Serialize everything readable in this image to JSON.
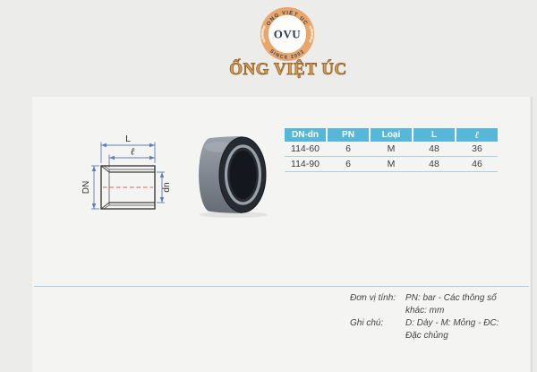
{
  "page": {
    "background_color": "#ECECEA",
    "panel_color": "#F4F4F3"
  },
  "logo": {
    "arc_top_text": "ONG VIET UC",
    "monogram": "OVU",
    "arc_bottom_text": "SINCE 2002",
    "brand_title": "ỐNG VIỆT ÚC",
    "ring_color": "#EAA66A",
    "monogram_color": "#36425F",
    "brand_color": "#D79B4E"
  },
  "drawing": {
    "label_total_length": "L",
    "label_socket_length": "ℓ",
    "label_outer_diameter": "DN",
    "label_inner_diameter": "dn",
    "dimension_color": "#5C7EB8",
    "centerline_color": "#E05A5A"
  },
  "table": {
    "headers": [
      "DN-dn",
      "PN",
      "Loại",
      "L",
      "ℓ"
    ],
    "rows": [
      [
        "114-60",
        "6",
        "M",
        "48",
        "36"
      ],
      [
        "114-90",
        "6",
        "M",
        "48",
        "46"
      ]
    ],
    "header_bg": "#56B7D8"
  },
  "notes": {
    "unit_label": "Đơn vị tính:",
    "unit_value": "PN: bar - Các thông số khác: mm",
    "remark_label": "Ghi chú:",
    "remark_value": "D: Dày - M: Mỏng - ĐC: Đặc chủng"
  }
}
